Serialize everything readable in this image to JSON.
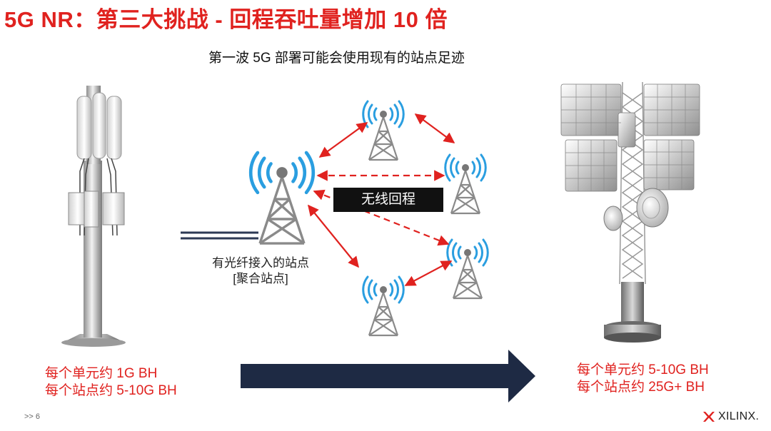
{
  "slide": {
    "title": "5G NR：第三大挑战 - 回程吞吐量增加 10 倍",
    "subtitle": "第一波 5G 部署可能会使用现有的站点足迹",
    "badge": "无线回程",
    "fiber_label_line1": "有光纤接入的站点",
    "fiber_label_line2": "[聚合站点]",
    "left_caption": [
      "每个单元约 1G BH",
      "每个站点约 5-10G BH"
    ],
    "right_caption": [
      "每个单元约 5-10G BH",
      "每个站点约 25G+ BH"
    ],
    "page_number": ">> 6",
    "logo_text": "XILINX."
  },
  "colors": {
    "accent_red": "#e0221f",
    "signal_blue": "#2a9ee0",
    "arrow_navy": "#1e2a44",
    "fiber_navy": "#2e3a55"
  },
  "icons": [
    "cell-tower-icon",
    "signal-wave-icon",
    "xilinx-logo-icon"
  ]
}
